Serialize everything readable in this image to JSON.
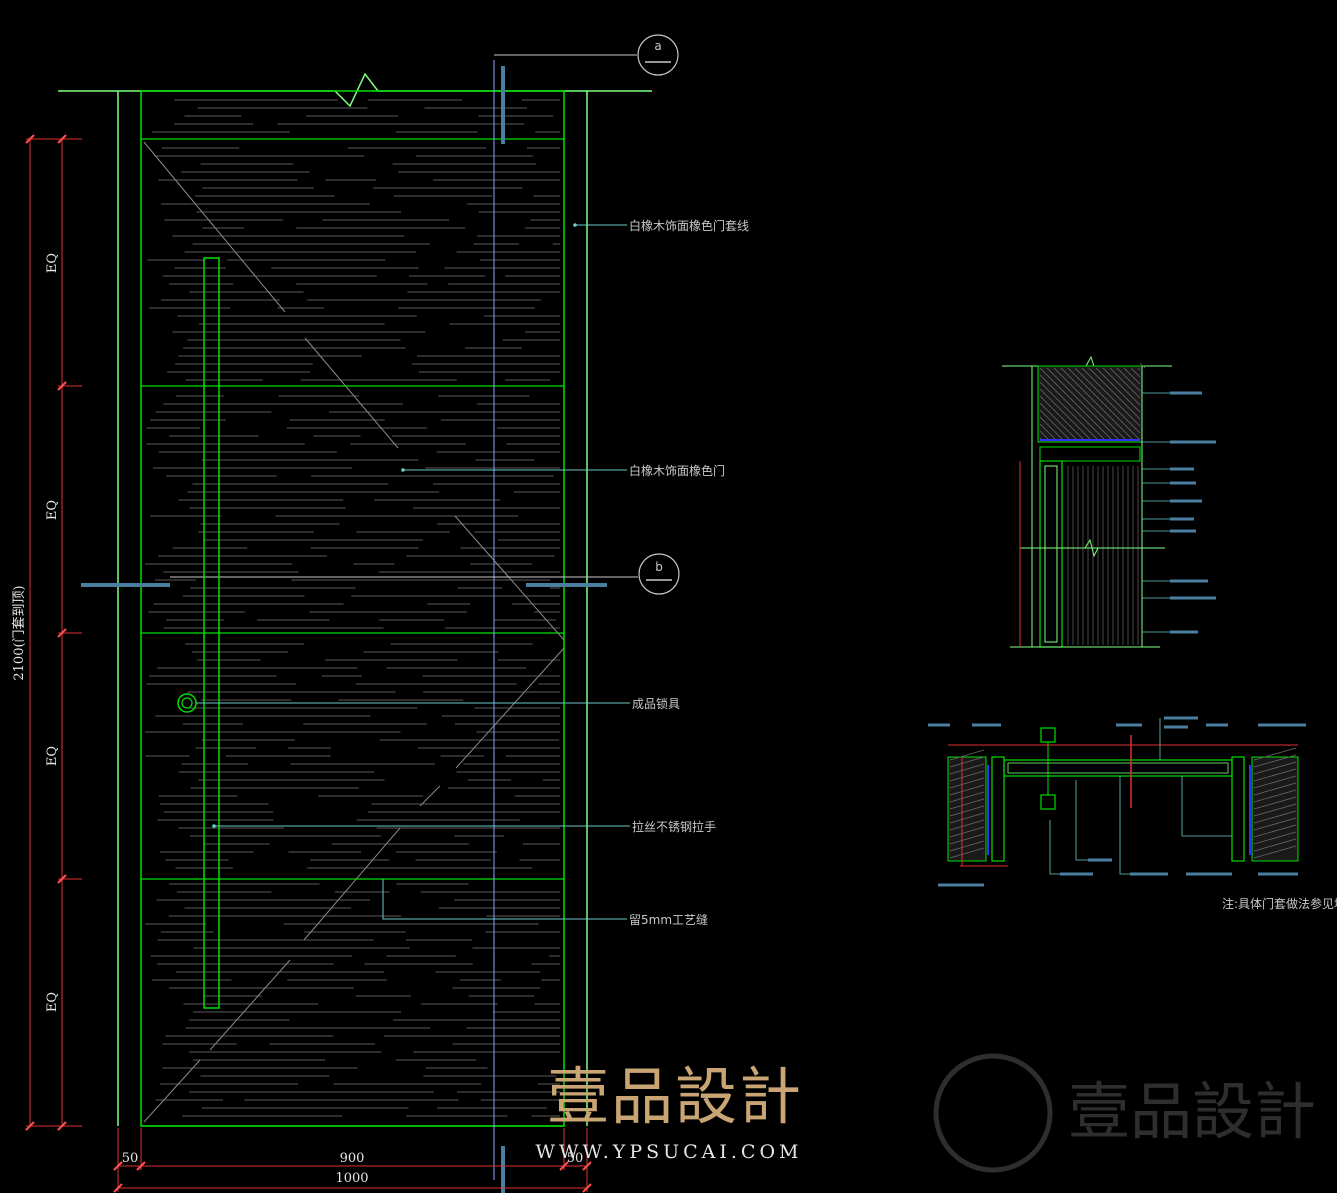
{
  "elevation": {
    "dims_bottom": [
      "50",
      "900",
      "50",
      "1000"
    ],
    "dims_left_eq": [
      "EQ",
      "EQ",
      "EQ",
      "EQ"
    ],
    "dim_left_total": "2100(门套到顶)",
    "callouts": [
      {
        "id": "a",
        "text": "白橡木饰面橡色门套线"
      },
      {
        "id": "b",
        "text": "白橡木饰面橡色门"
      },
      {
        "id": "c",
        "text": "成品锁具"
      },
      {
        "id": "d",
        "text": "拉丝不锈钢拉手"
      },
      {
        "id": "e",
        "text": "留5mm工艺缝"
      }
    ],
    "section_marks": [
      "a",
      "b"
    ]
  },
  "plan": {
    "note": "注:具体门套做法参见墙身"
  },
  "watermark": {
    "brand": "壹品設計",
    "url": "WWW.YPSUCAI.COM",
    "faded": "壹品設計"
  },
  "colors": {
    "background": "#000000",
    "door_line": "#00e000",
    "frame_line": "#7fff7f",
    "axis_line": "#8fa0ff",
    "dim_line": "#e03030",
    "leader": "#6cc9c9",
    "watermark_gold": "#c9a574"
  }
}
